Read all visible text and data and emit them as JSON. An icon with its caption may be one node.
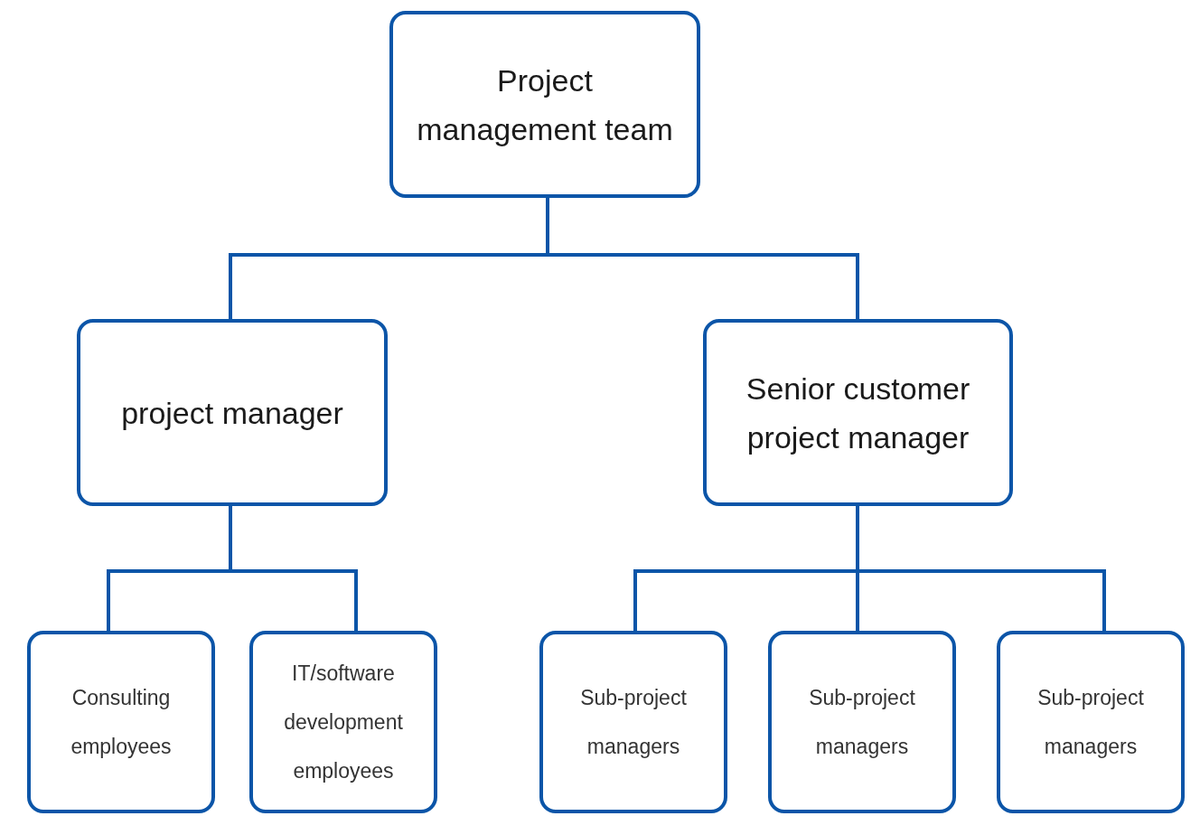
{
  "diagram": {
    "nodes": [
      {
        "text": [
          "Project management team"
        ]
      },
      {
        "text": [
          "project manager"
        ]
      },
      {
        "text": [
          "Senior customer project manager"
        ]
      },
      {
        "text": [
          "Consulting employees"
        ]
      },
      {
        "text": [
          "IT/software development employees"
        ]
      },
      {
        "text": [
          "Sub-project managers"
        ]
      },
      {
        "text": [
          "Sub-project managers"
        ]
      },
      {
        "text": [
          "Sub-project managers"
        ]
      }
    ],
    "edges": [
      {
        "from": 0,
        "to": 1,
        "arrow": "none"
      },
      {
        "from": 0,
        "to": 2,
        "arrow": "none"
      },
      {
        "from": 1,
        "to": 3,
        "arrow": "none"
      },
      {
        "from": 1,
        "to": 4,
        "arrow": "none"
      },
      {
        "from": 2,
        "to": 5,
        "arrow": "none"
      },
      {
        "from": 2,
        "to": 6,
        "arrow": "none"
      },
      {
        "from": 2,
        "to": 7,
        "arrow": "none"
      }
    ]
  }
}
